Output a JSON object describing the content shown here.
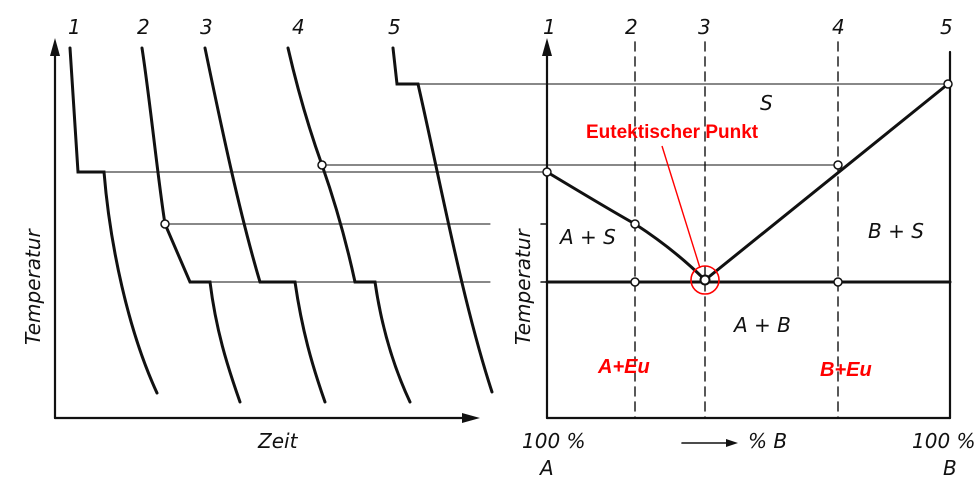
{
  "left_panel": {
    "curve_numbers": [
      "1",
      "2",
      "3",
      "4",
      "5"
    ],
    "y_axis_label": "Temperatur",
    "x_axis_label": "Zeit"
  },
  "right_panel": {
    "column_numbers": [
      "1",
      "2",
      "3",
      "4",
      "5"
    ],
    "y_axis_label": "Temperatur",
    "x_axis_mid_label": "% B",
    "x_left_percent": "100 %",
    "x_left_component": "A",
    "x_right_percent": "100 %",
    "x_right_component": "B",
    "region_labels": {
      "liquid": "S",
      "a_plus_s": "A + S",
      "b_plus_s": "B + S",
      "a_plus_b": "A + B"
    },
    "annotations": {
      "eutectic_point": "Eutektischer Punkt",
      "a_eu": "A+Eu",
      "b_eu": "B+Eu"
    }
  },
  "colors": {
    "ink": "#111111",
    "annotation": "#ff0000"
  }
}
